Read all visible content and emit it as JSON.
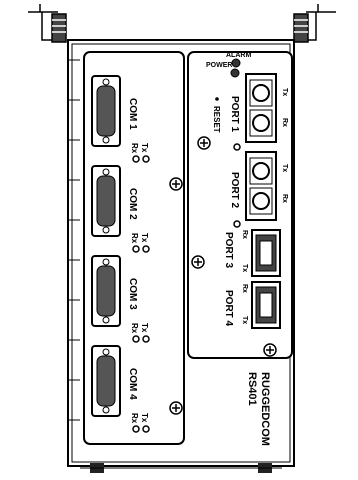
{
  "device": {
    "brand": "RUGGEDCOM",
    "model": "RS401"
  },
  "indicators": {
    "alarm": "ALARM",
    "power": "POWER",
    "reset": "RESET"
  },
  "fiber_ports": [
    {
      "label": "PORT 1",
      "tx": "Tx",
      "rx": "Rx"
    },
    {
      "label": "PORT 2",
      "tx": "Tx",
      "rx": "Rx"
    }
  ],
  "copper_ports": [
    {
      "label": "PORT 3",
      "rx": "Rx",
      "tx": "Tx"
    },
    {
      "label": "PORT 4",
      "rx": "Rx",
      "tx": "Tx"
    }
  ],
  "serial_ports": [
    {
      "label": "COM 1",
      "tx": "Tx",
      "rx": "Rx"
    },
    {
      "label": "COM 2",
      "tx": "Tx",
      "rx": "Rx"
    },
    {
      "label": "COM 3",
      "tx": "Tx",
      "rx": "Rx"
    },
    {
      "label": "COM 4",
      "tx": "Tx",
      "rx": "Rx"
    }
  ]
}
